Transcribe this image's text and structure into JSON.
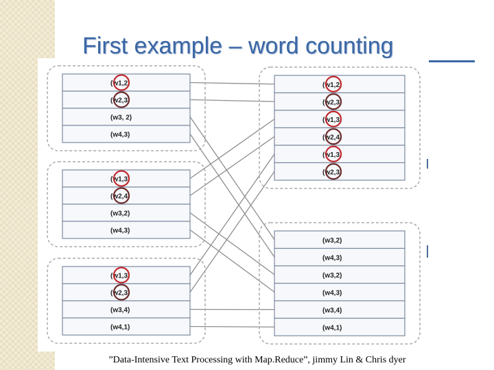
{
  "slide": {
    "title": "First example – word counting",
    "citation": "”Data-Intensive Text Processing with Map.Reduce”, jimmy Lin & Chris dyer"
  },
  "colors": {
    "title": "#3b67a5",
    "highlight_red": "#c0282c",
    "highlight_dark_red": "#6b2a2a",
    "box_border": "#aaaaaa",
    "cell_border": "#7a8aa0"
  },
  "diagram": {
    "map_outputs": [
      {
        "cells": [
          "(w1,2)",
          "(w2,3)",
          "(w3, 2)",
          "(w4,3)"
        ],
        "highlight": [
          "red",
          "dark-red",
          "none",
          "none"
        ]
      },
      {
        "cells": [
          "(w1,3)",
          "(w2,4)",
          "(w3,2)",
          "(w4,3)"
        ],
        "highlight": [
          "red",
          "dark-red",
          "none",
          "none"
        ]
      },
      {
        "cells": [
          "(w1,3)",
          "(w2,3)",
          "(w3,4)",
          "(w4,1)"
        ],
        "highlight": [
          "red",
          "dark-red",
          "none",
          "none"
        ]
      }
    ],
    "reduce_inputs": [
      {
        "cells": [
          "(w1,2)",
          "(w2,3)",
          "(w1,3)",
          "(w2,4)",
          "(w1,3)",
          "(w2,3)"
        ],
        "highlight": [
          "red",
          "dark-red",
          "red",
          "dark-red",
          "red",
          "dark-red"
        ]
      },
      {
        "cells": [
          "(w3,2)",
          "(w4,3)",
          "(w3,2)",
          "(w4,3)",
          "(w3,4)",
          "(w4,1)"
        ],
        "highlight": [
          "none",
          "none",
          "none",
          "none",
          "none",
          "none"
        ]
      }
    ]
  }
}
